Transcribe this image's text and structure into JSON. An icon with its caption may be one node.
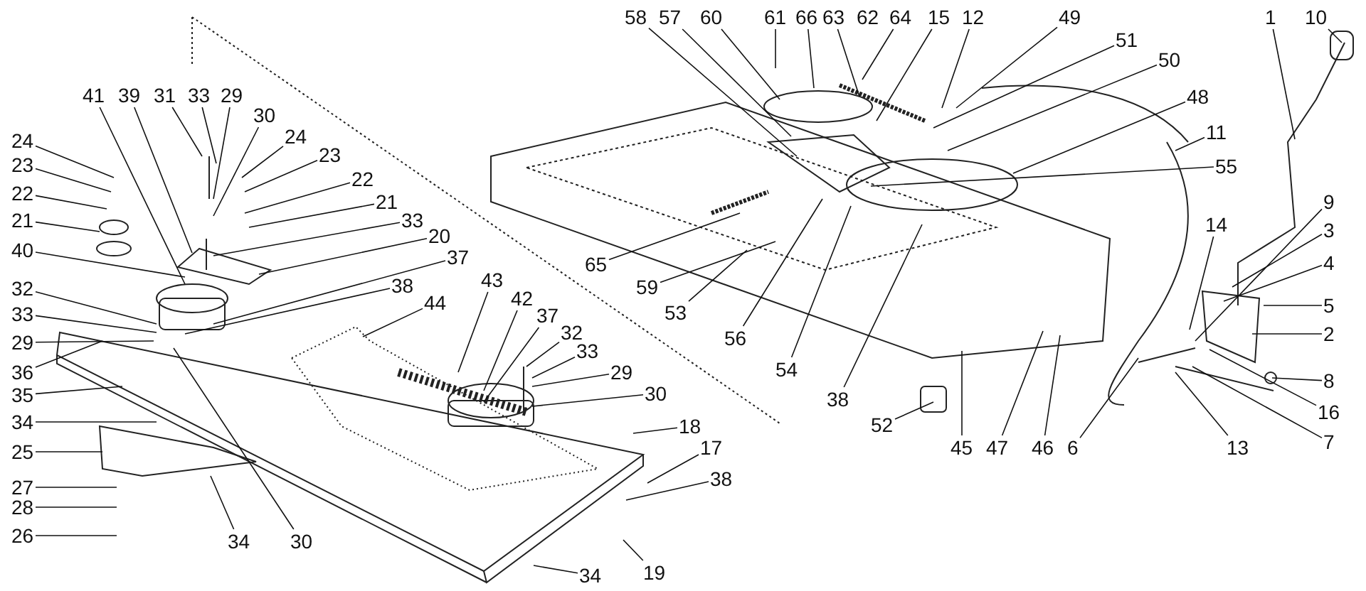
{
  "diagram": {
    "nodes": [
      {
        "text": [
          "24"
        ]
      },
      {
        "text": [
          "23"
        ]
      },
      {
        "text": [
          "22"
        ]
      },
      {
        "text": [
          "21"
        ]
      },
      {
        "text": [
          "40"
        ]
      },
      {
        "text": [
          "32"
        ]
      },
      {
        "text": [
          "33"
        ]
      },
      {
        "text": [
          "29"
        ]
      },
      {
        "text": [
          "36"
        ]
      },
      {
        "text": [
          "35"
        ]
      },
      {
        "text": [
          "34"
        ]
      },
      {
        "text": [
          "25"
        ]
      },
      {
        "text": [
          "27"
        ]
      },
      {
        "text": [
          "28"
        ]
      },
      {
        "text": [
          "26"
        ]
      },
      {
        "text": [
          "41"
        ]
      },
      {
        "text": [
          "39"
        ]
      },
      {
        "text": [
          "31"
        ]
      },
      {
        "text": [
          "33"
        ]
      },
      {
        "text": [
          "29"
        ]
      },
      {
        "text": [
          "30"
        ]
      },
      {
        "text": [
          "24"
        ]
      },
      {
        "text": [
          "23"
        ]
      },
      {
        "text": [
          "22"
        ]
      },
      {
        "text": [
          "21"
        ]
      },
      {
        "text": [
          "33"
        ]
      },
      {
        "text": [
          "20"
        ]
      },
      {
        "text": [
          "37"
        ]
      },
      {
        "text": [
          "38"
        ]
      },
      {
        "text": [
          "44"
        ]
      },
      {
        "text": [
          "43"
        ]
      },
      {
        "text": [
          "42"
        ]
      },
      {
        "text": [
          "37"
        ]
      },
      {
        "text": [
          "32"
        ]
      },
      {
        "text": [
          "33"
        ]
      },
      {
        "text": [
          "29"
        ]
      },
      {
        "text": [
          "30"
        ]
      },
      {
        "text": [
          "18"
        ]
      },
      {
        "text": [
          "17"
        ]
      },
      {
        "text": [
          "38"
        ]
      },
      {
        "text": [
          "19"
        ]
      },
      {
        "text": [
          "34"
        ]
      },
      {
        "text": [
          "34"
        ]
      },
      {
        "text": [
          "30"
        ]
      },
      {
        "text": [
          "58"
        ]
      },
      {
        "text": [
          "57"
        ]
      },
      {
        "text": [
          "60"
        ]
      },
      {
        "text": [
          "61"
        ]
      },
      {
        "text": [
          "66"
        ]
      },
      {
        "text": [
          "63"
        ]
      },
      {
        "text": [
          "64"
        ]
      },
      {
        "text": [
          "15"
        ]
      },
      {
        "text": [
          "12"
        ]
      },
      {
        "text": [
          "49"
        ]
      },
      {
        "text": [
          "51"
        ]
      },
      {
        "text": [
          "50"
        ]
      },
      {
        "text": [
          "48"
        ]
      },
      {
        "text": [
          "11"
        ]
      },
      {
        "text": [
          "55"
        ]
      },
      {
        "text": [
          "65"
        ]
      },
      {
        "text": [
          "59"
        ]
      },
      {
        "text": [
          "53"
        ]
      },
      {
        "text": [
          "56"
        ]
      },
      {
        "text": [
          "54"
        ]
      },
      {
        "text": [
          "38"
        ]
      },
      {
        "text": [
          "52"
        ]
      },
      {
        "text": [
          "45"
        ]
      },
      {
        "text": [
          "47"
        ]
      },
      {
        "text": [
          "46"
        ]
      },
      {
        "text": [
          "6"
        ]
      },
      {
        "text": [
          "13"
        ]
      },
      {
        "text": [
          "7"
        ]
      },
      {
        "text": [
          "16"
        ]
      },
      {
        "text": [
          "8"
        ]
      },
      {
        "text": [
          "2"
        ]
      },
      {
        "text": [
          "5"
        ]
      },
      {
        "text": [
          "4"
        ]
      },
      {
        "text": [
          "3"
        ]
      },
      {
        "text": [
          "14"
        ]
      },
      {
        "text": [
          "9"
        ]
      },
      {
        "text": [
          "1"
        ]
      },
      {
        "text": [
          "10"
        ]
      }
    ],
    "edges": [
      {
        "from": 0,
        "to": null,
        "arrow": "none"
      },
      {
        "from": 1,
        "to": null,
        "arrow": "none"
      },
      {
        "from": 2,
        "to": null,
        "arrow": "none"
      },
      {
        "from": 3,
        "to": null,
        "arrow": "none"
      },
      {
        "from": 4,
        "to": null,
        "arrow": "none"
      },
      {
        "from": 5,
        "to": null,
        "arrow": "none"
      },
      {
        "from": 6,
        "to": null,
        "arrow": "none"
      },
      {
        "from": 7,
        "to": null,
        "arrow": "none"
      },
      {
        "from": 8,
        "to": null,
        "arrow": "none"
      },
      {
        "from": 9,
        "to": null,
        "arrow": "none"
      },
      {
        "from": 10,
        "to": null,
        "arrow": "none"
      },
      {
        "from": 11,
        "to": null,
        "arrow": "none"
      },
      {
        "from": 12,
        "to": null,
        "arrow": "none"
      },
      {
        "from": 13,
        "to": null,
        "arrow": "none"
      },
      {
        "from": 14,
        "to": null,
        "arrow": "none"
      },
      {
        "from": 15,
        "to": null,
        "arrow": "none"
      },
      {
        "from": 16,
        "to": null,
        "arrow": "none"
      },
      {
        "from": 17,
        "to": null,
        "arrow": "none"
      },
      {
        "from": 18,
        "to": null,
        "arrow": "none"
      },
      {
        "from": 19,
        "to": null,
        "arrow": "none"
      },
      {
        "from": 20,
        "to": null,
        "arrow": "none"
      },
      {
        "from": 21,
        "to": null,
        "arrow": "none"
      },
      {
        "from": 22,
        "to": null,
        "arrow": "none"
      },
      {
        "from": 23,
        "to": null,
        "arrow": "none"
      },
      {
        "from": 24,
        "to": null,
        "arrow": "none"
      },
      {
        "from": 25,
        "to": null,
        "arrow": "none"
      },
      {
        "from": 26,
        "to": null,
        "arrow": "none"
      },
      {
        "from": 27,
        "to": null,
        "arrow": "none"
      },
      {
        "from": 28,
        "to": null,
        "arrow": "none"
      },
      {
        "from": 29,
        "to": null,
        "arrow": "none"
      },
      {
        "from": 30,
        "to": null,
        "arrow": "none"
      },
      {
        "from": 31,
        "to": null,
        "arrow": "none"
      },
      {
        "from": 32,
        "to": null,
        "arrow": "none"
      },
      {
        "from": 33,
        "to": null,
        "arrow": "none"
      },
      {
        "from": 34,
        "to": null,
        "arrow": "none"
      },
      {
        "from": 35,
        "to": null,
        "arrow": "none"
      },
      {
        "from": 36,
        "to": null,
        "arrow": "none"
      },
      {
        "from": 37,
        "to": null,
        "arrow": "none"
      },
      {
        "from": 38,
        "to": null,
        "arrow": "none"
      },
      {
        "from": 39,
        "to": null,
        "arrow": "none"
      },
      {
        "from": 40,
        "to": null,
        "arrow": "none"
      },
      {
        "from": 41,
        "to": null,
        "arrow": "none"
      },
      {
        "from": 42,
        "to": null,
        "arrow": "none"
      },
      {
        "from": 43,
        "to": null,
        "arrow": "none"
      },
      {
        "from": 44,
        "to": null,
        "arrow": "none"
      },
      {
        "from": 45,
        "to": null,
        "arrow": "none"
      },
      {
        "from": 46,
        "to": null,
        "arrow": "none"
      },
      {
        "from": 47,
        "to": null,
        "arrow": "none"
      },
      {
        "from": 48,
        "to": null,
        "arrow": "none"
      },
      {
        "from": 49,
        "to": null,
        "arrow": "none"
      },
      {
        "from": 50,
        "to": null,
        "arrow": "none"
      },
      {
        "from": 51,
        "to": null,
        "arrow": "none"
      },
      {
        "from": 52,
        "to": null,
        "arrow": "none"
      },
      {
        "from": 53,
        "to": null,
        "arrow": "none"
      },
      {
        "from": 54,
        "to": null,
        "arrow": "none"
      },
      {
        "from": 55,
        "to": null,
        "arrow": "none"
      },
      {
        "from": 56,
        "to": null,
        "arrow": "none"
      },
      {
        "from": 57,
        "to": null,
        "arrow": "none"
      },
      {
        "from": 58,
        "to": null,
        "arrow": "none"
      },
      {
        "from": 59,
        "to": null,
        "arrow": "none"
      },
      {
        "from": 60,
        "to": null,
        "arrow": "none"
      },
      {
        "from": 61,
        "to": null,
        "arrow": "none"
      },
      {
        "from": 62,
        "to": null,
        "arrow": "none"
      },
      {
        "from": 63,
        "to": null,
        "arrow": "none"
      },
      {
        "from": 64,
        "to": null,
        "arrow": "none"
      },
      {
        "from": 65,
        "to": null,
        "arrow": "none"
      },
      {
        "from": 66,
        "to": null,
        "arrow": "none"
      },
      {
        "from": 67,
        "to": null,
        "arrow": "none"
      },
      {
        "from": 68,
        "to": null,
        "arrow": "none"
      },
      {
        "from": 69,
        "to": null,
        "arrow": "none"
      },
      {
        "from": 70,
        "to": null,
        "arrow": "none"
      },
      {
        "from": 71,
        "to": null,
        "arrow": "none"
      },
      {
        "from": 72,
        "to": null,
        "arrow": "none"
      },
      {
        "from": 73,
        "to": null,
        "arrow": "none"
      },
      {
        "from": 74,
        "to": null,
        "arrow": "none"
      },
      {
        "from": 75,
        "to": null,
        "arrow": "none"
      },
      {
        "from": 76,
        "to": null,
        "arrow": "none"
      },
      {
        "from": 77,
        "to": null,
        "arrow": "none"
      },
      {
        "from": 78,
        "to": null,
        "arrow": "none"
      },
      {
        "from": 79,
        "to": null,
        "arrow": "none"
      },
      {
        "from": 80,
        "to": null,
        "arrow": "none"
      },
      {
        "from": 81,
        "to": null,
        "arrow": "none"
      }
    ],
    "labels": [
      "62"
    ]
  }
}
